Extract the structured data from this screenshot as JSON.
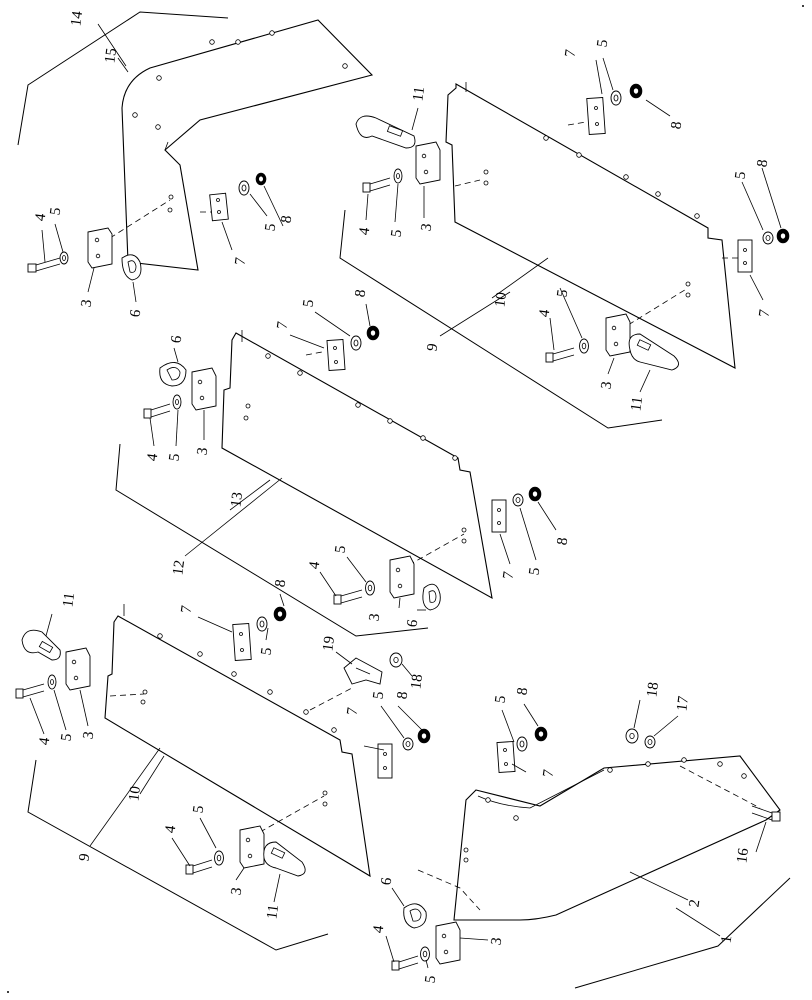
{
  "diagram": {
    "callouts": [
      "1",
      "2",
      "3",
      "4",
      "5",
      "6",
      "7",
      "8",
      "9",
      "10",
      "11",
      "12",
      "13",
      "14",
      "15",
      "16",
      "17",
      "18",
      "19"
    ]
  }
}
